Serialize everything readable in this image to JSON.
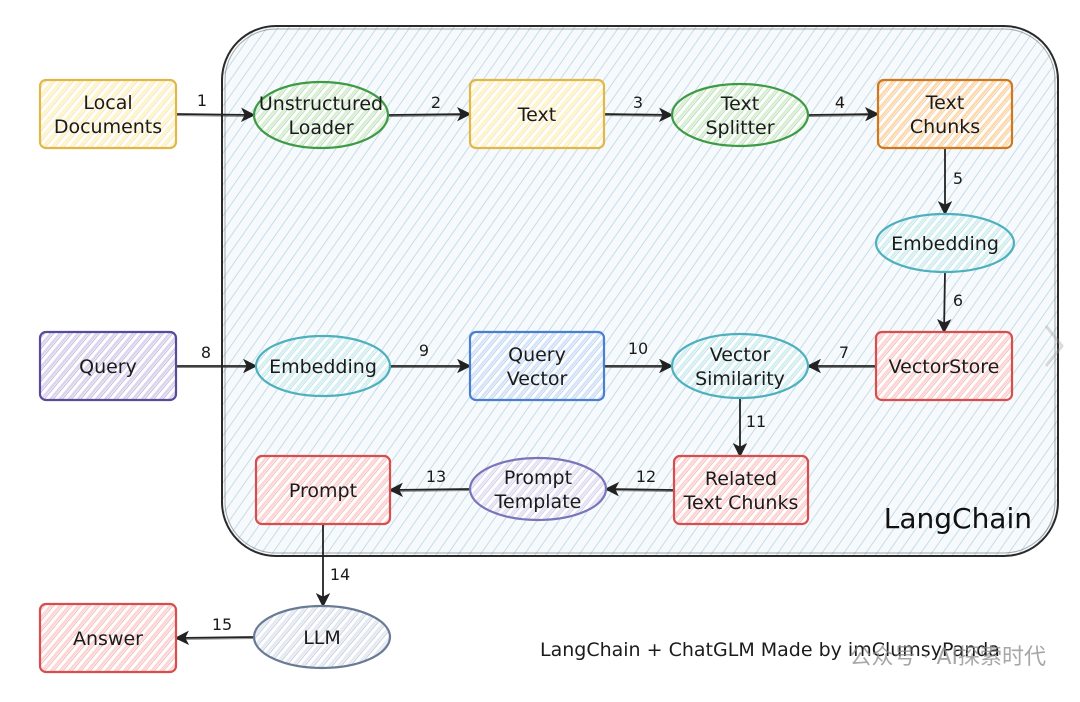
{
  "region": {
    "label": "LangChain"
  },
  "nodes": [
    {
      "id": "local-documents",
      "lines": [
        "Local",
        "Documents"
      ],
      "shape": "rect",
      "fill": "#fff4c4",
      "stroke": "#e0b84a"
    },
    {
      "id": "unstructured-loader",
      "lines": [
        "Unstructured",
        "Loader"
      ],
      "shape": "ellipse",
      "fill": "#d6f0d0",
      "stroke": "#3f9a45"
    },
    {
      "id": "text",
      "lines": [
        "Text"
      ],
      "shape": "rect",
      "fill": "#fff4c4",
      "stroke": "#e0b84a"
    },
    {
      "id": "text-splitter",
      "lines": [
        "Text",
        "Splitter"
      ],
      "shape": "ellipse",
      "fill": "#d6f0d0",
      "stroke": "#3f9a45"
    },
    {
      "id": "text-chunks",
      "lines": [
        "Text",
        "Chunks"
      ],
      "shape": "rect",
      "fill": "#ffd9a8",
      "stroke": "#d0781e"
    },
    {
      "id": "embedding-docs",
      "lines": [
        "Embedding"
      ],
      "shape": "ellipse",
      "fill": "#d4f0f2",
      "stroke": "#4fb0bd"
    },
    {
      "id": "vectorstore",
      "lines": [
        "VectorStore"
      ],
      "shape": "rect",
      "fill": "#ffd4d4",
      "stroke": "#d64e4e"
    },
    {
      "id": "query",
      "lines": [
        "Query"
      ],
      "shape": "rect",
      "fill": "#dcd4f0",
      "stroke": "#5a4a9a"
    },
    {
      "id": "embedding-query",
      "lines": [
        "Embedding"
      ],
      "shape": "ellipse",
      "fill": "#d4f0f2",
      "stroke": "#4fb0bd"
    },
    {
      "id": "query-vector",
      "lines": [
        "Query",
        "Vector"
      ],
      "shape": "rect",
      "fill": "#d4e4fa",
      "stroke": "#4a7fd0"
    },
    {
      "id": "vector-similarity",
      "lines": [
        "Vector",
        "Similarity"
      ],
      "shape": "ellipse",
      "fill": "#d4f0f2",
      "stroke": "#4fb0bd"
    },
    {
      "id": "related-text-chunks",
      "lines": [
        "Related",
        "Text Chunks"
      ],
      "shape": "rect",
      "fill": "#ffd4d4",
      "stroke": "#d64e4e"
    },
    {
      "id": "prompt-template",
      "lines": [
        "Prompt",
        "Template"
      ],
      "shape": "ellipse",
      "fill": "#e4e2f4",
      "stroke": "#7a74b8"
    },
    {
      "id": "prompt",
      "lines": [
        "Prompt"
      ],
      "shape": "rect",
      "fill": "#ffd4d4",
      "stroke": "#d64e4e"
    },
    {
      "id": "llm",
      "lines": [
        "LLM"
      ],
      "shape": "ellipse",
      "fill": "#e4eaf4",
      "stroke": "#6a7a94"
    },
    {
      "id": "answer",
      "lines": [
        "Answer"
      ],
      "shape": "rect",
      "fill": "#ffd4d4",
      "stroke": "#d64e4e"
    }
  ],
  "edges": [
    {
      "from": "local-documents",
      "to": "unstructured-loader",
      "label": "1"
    },
    {
      "from": "unstructured-loader",
      "to": "text",
      "label": "2"
    },
    {
      "from": "text",
      "to": "text-splitter",
      "label": "3"
    },
    {
      "from": "text-splitter",
      "to": "text-chunks",
      "label": "4"
    },
    {
      "from": "text-chunks",
      "to": "embedding-docs",
      "label": "5"
    },
    {
      "from": "embedding-docs",
      "to": "vectorstore",
      "label": "6"
    },
    {
      "from": "vectorstore",
      "to": "vector-similarity",
      "label": "7"
    },
    {
      "from": "query",
      "to": "embedding-query",
      "label": "8"
    },
    {
      "from": "embedding-query",
      "to": "query-vector",
      "label": "9"
    },
    {
      "from": "query-vector",
      "to": "vector-similarity",
      "label": "10"
    },
    {
      "from": "vector-similarity",
      "to": "related-text-chunks",
      "label": "11"
    },
    {
      "from": "related-text-chunks",
      "to": "prompt-template",
      "label": "12"
    },
    {
      "from": "prompt-template",
      "to": "prompt",
      "label": "13"
    },
    {
      "from": "prompt",
      "to": "llm",
      "label": "14"
    },
    {
      "from": "llm",
      "to": "answer",
      "label": "15"
    }
  ],
  "credit": "LangChain + ChatGLM Made by imClumsyPanda",
  "watermark": "公众号 · AI探索时代"
}
